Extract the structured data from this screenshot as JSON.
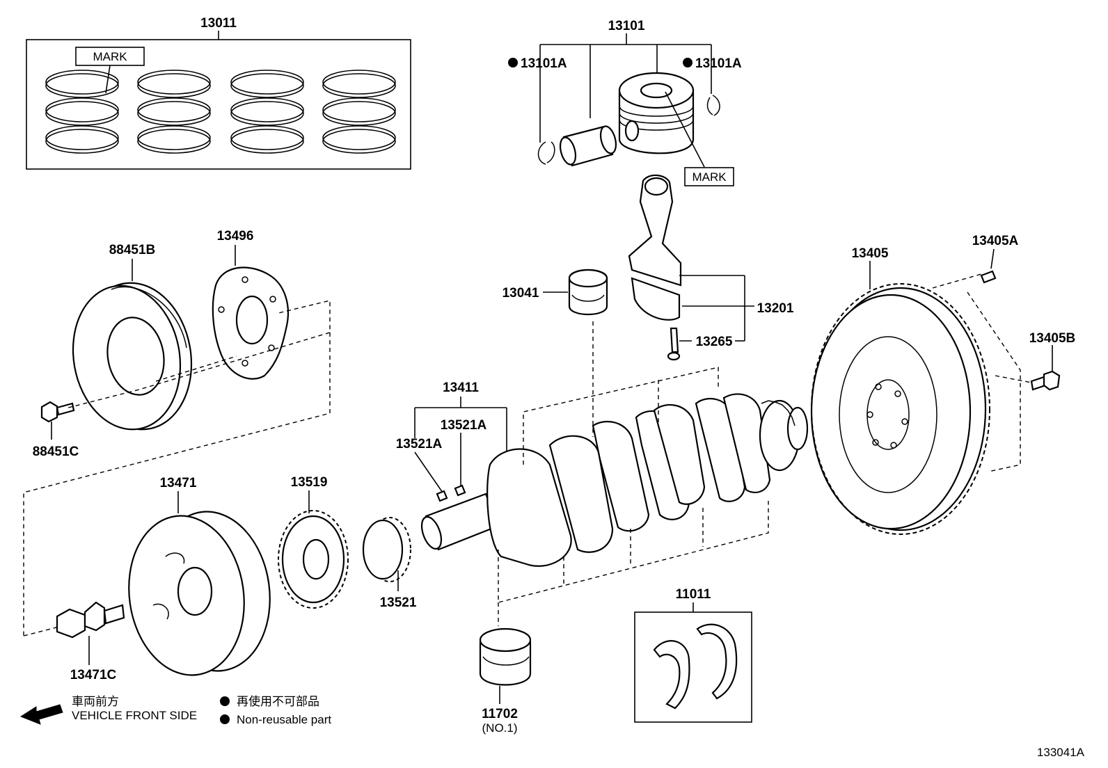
{
  "parts": {
    "p13011": "13011",
    "p13101": "13101",
    "p13101A_left": "13101A",
    "p13101A_right": "13101A",
    "mark_rings": "MARK",
    "mark_piston": "MARK",
    "p88451B": "88451B",
    "p13496": "13496",
    "p88451C": "88451C",
    "p13041": "13041",
    "p13201": "13201",
    "p13265": "13265",
    "p13405": "13405",
    "p13405A": "13405A",
    "p13405B": "13405B",
    "p13411": "13411",
    "p13521A_upper": "13521A",
    "p13521A_lower": "13521A",
    "p13471": "13471",
    "p13519": "13519",
    "p13521": "13521",
    "p13471C": "13471C",
    "p11011": "11011",
    "p11702": "11702",
    "p11702_note": "(NO.1)"
  },
  "legend": {
    "front_jp": "車両前方",
    "front_en": "VEHICLE FRONT SIDE",
    "nonreuse_jp": "再使用不可部品",
    "nonreuse_en": "Non-reusable part"
  },
  "figure_id": "133041A"
}
